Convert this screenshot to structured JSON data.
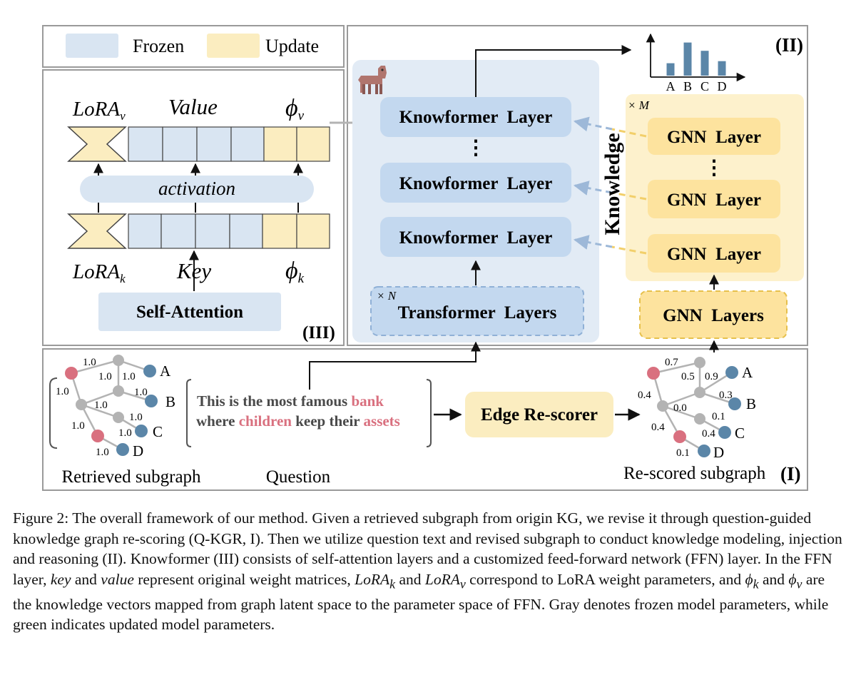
{
  "colors": {
    "frozen": "#d9e5f2",
    "update": "#fbedc0",
    "layer_blue": "#c3d8ef",
    "gnn_gold": "#fde39e",
    "panel_gold": "#fdf1cc",
    "node_red": "#d9707f",
    "node_gray": "#b3b3b3",
    "node_blue": "#5b86a8",
    "highlight_red": "#d9707f",
    "border": "#9a9a9a"
  },
  "legend": {
    "frozen_label": "Frozen",
    "update_label": "Update"
  },
  "panel_iii": {
    "lora_v": "LoRA",
    "lora_v_sub": "v",
    "value_label": "Value",
    "phi_v": "ϕ",
    "phi_v_sub": "v",
    "activation_label": "activation",
    "lora_k": "LoRA",
    "lora_k_sub": "k",
    "key_label": "Key",
    "phi_k": "ϕ",
    "phi_k_sub": "k",
    "self_attention_label": "Self-Attention",
    "panel_tag": "(III)"
  },
  "panel_ii": {
    "panel_tag": "(II)",
    "knowformer_layer_label": "Knowformer  Layer",
    "ellipsis": "⋮",
    "transformer_layers_label": "Transformer  Layers",
    "times_n": "× N",
    "knowledge_label": "Knowledge",
    "times_m": "× M",
    "gnn_layer_label": "GNN  Layer",
    "gnn_layers_label": "GNN  Layers",
    "llama_icon": "llama-icon"
  },
  "chart_data": {
    "type": "bar",
    "categories": [
      "A",
      "B",
      "C",
      "D"
    ],
    "values": [
      0.3,
      0.8,
      0.6,
      0.35
    ],
    "title": "",
    "xlabel": "",
    "ylabel": ""
  },
  "panel_i": {
    "panel_tag": "(I)",
    "retrieved_subgraph_label": "Retrieved subgraph",
    "question_label": "Question",
    "question_parts": [
      {
        "text": "This is the most famous ",
        "highlight": false
      },
      {
        "text": "bank",
        "highlight": true
      },
      {
        "text": "where ",
        "highlight": false
      },
      {
        "text": "children",
        "highlight": true
      },
      {
        "text": " keep their ",
        "highlight": false
      },
      {
        "text": "assets",
        "highlight": true
      }
    ],
    "edge_rescorer_label": "Edge Re-scorer",
    "rescored_subgraph_label": "Re-scored subgraph",
    "retrieved_edge_weights": [
      "1.0",
      "1.0",
      "1.0",
      "1.0",
      "1.0",
      "1.0",
      "1.0",
      "1.0",
      "1.0",
      "1.0"
    ],
    "rescored_edge_weights": [
      "0.7",
      "0.5",
      "0.9",
      "0.3",
      "0.4",
      "0.0",
      "0.1",
      "0.4",
      "0.4",
      "0.1"
    ],
    "node_labels": [
      "A",
      "B",
      "C",
      "D"
    ]
  },
  "caption": {
    "s1": "Figure 2: The overall framework of our method. Given a retrieved subgraph from origin KG, we revise it through question-guided knowledge graph re-scoring (Q-KGR, I). Then we utilize question text and revised subgraph to conduct knowledge modeling, injection and reasoning (II). Knowformer (III) consists of self-attention layers and a customized feed-forward network (FFN) layer. In the FFN layer, ",
    "key": "key",
    "and1": " and ",
    "value": "value",
    "s2": " represent original weight matrices, ",
    "lorak": "LoRA",
    "lorak_sub": "k",
    "and2": " and ",
    "lorav": "LoRA",
    "lorav_sub": "v",
    "s3": " correspond to LoRA weight parameters, and ",
    "phik": "ϕ",
    "phik_sub": "k",
    "and3": " and ",
    "phiv": "ϕ",
    "phiv_sub": "v",
    "s4": " are the knowledge vectors mapped from graph latent space to the parameter space of FFN. Gray denotes frozen model parameters, while green indicates updated model parameters."
  }
}
